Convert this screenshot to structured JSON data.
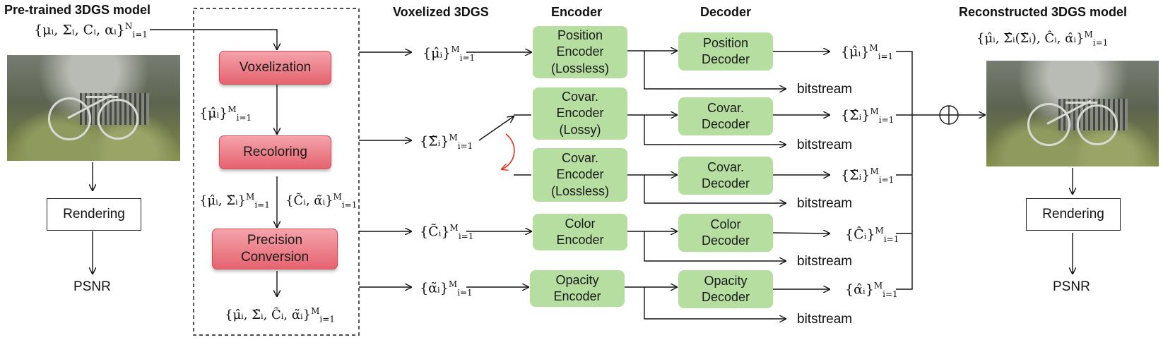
{
  "headers": {
    "pretrained": "Pre-trained 3DGS model",
    "voxelized": "Voxelized 3DGS",
    "encoder": "Encoder",
    "decoder": "Decoder",
    "reconstructed": "Reconstructed 3DGS model"
  },
  "math": {
    "input": "{μᵢ, Σᵢ, Cᵢ, αᵢ}",
    "input_sup": "N",
    "input_sub": "i=1",
    "mu_hat": "{μ̂ᵢ}",
    "mu_sigma_tilde": "{μ̂ᵢ, Σ̃ᵢ}",
    "c_alpha_tilde": "{C̃ᵢ, α̃ᵢ}",
    "all_tilde": "{μ̂ᵢ, Σ̃ᵢ, C̃ᵢ, α̃ᵢ}",
    "vox_mu": "{μ̂ᵢ}",
    "vox_sigma": "{Σ̃ᵢ}",
    "vox_c": "{C̃ᵢ}",
    "vox_alpha": "{α̃ᵢ}",
    "out_mu": "{μ̂ᵢ}",
    "out_sigma_hat": "{Σ̂ᵢ}",
    "out_sigma_tilde": "{Σ̃ᵢ}",
    "out_c": "{Ĉᵢ}",
    "out_alpha": "{α̂ᵢ}",
    "recon": "{μ̂ᵢ, Σ̂ᵢ(Σ̃ᵢ), Ĉᵢ, α̂ᵢ}",
    "sup_m": "M",
    "sub_i1": "i=1"
  },
  "pipeline": {
    "voxelization": "Voxelization",
    "recoloring": "Recoloring",
    "precision_l1": "Precision",
    "precision_l2": "Conversion"
  },
  "encoders": {
    "position_l1": "Position",
    "position_l2": "Encoder",
    "position_l3": "(Lossless)",
    "covar_lossy_l1": "Covar.",
    "covar_lossy_l2": "Encoder",
    "covar_lossy_l3": "(Lossy)",
    "covar_lossless_l1": "Covar.",
    "covar_lossless_l2": "Encoder",
    "covar_lossless_l3": "(Lossless)",
    "color_l1": "Color",
    "color_l2": "Encoder",
    "opacity_l1": "Opacity",
    "opacity_l2": "Encoder"
  },
  "decoders": {
    "position_l1": "Position",
    "position_l2": "Decoder",
    "covar1_l1": "Covar.",
    "covar1_l2": "Decoder",
    "covar2_l1": "Covar.",
    "covar2_l2": "Decoder",
    "color_l1": "Color",
    "color_l2": "Decoder",
    "opacity_l1": "Opacity",
    "opacity_l2": "Decoder"
  },
  "bitstream": "bitstream",
  "rendering": "Rendering",
  "psnr": "PSNR",
  "colors": {
    "red_box": "#e5636f",
    "green_box": "#b5dea0",
    "red_arrow": "#e0301e"
  }
}
